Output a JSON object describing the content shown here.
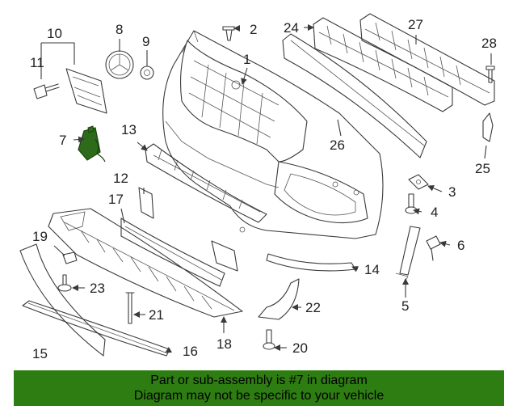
{
  "callouts": [
    {
      "id": "1",
      "label": "1"
    },
    {
      "id": "2",
      "label": "2"
    },
    {
      "id": "3",
      "label": "3"
    },
    {
      "id": "4",
      "label": "4"
    },
    {
      "id": "5",
      "label": "5"
    },
    {
      "id": "6",
      "label": "6"
    },
    {
      "id": "7",
      "label": "7"
    },
    {
      "id": "8",
      "label": "8"
    },
    {
      "id": "9",
      "label": "9"
    },
    {
      "id": "10",
      "label": "10"
    },
    {
      "id": "11",
      "label": "11"
    },
    {
      "id": "12",
      "label": "12"
    },
    {
      "id": "13",
      "label": "13"
    },
    {
      "id": "14",
      "label": "14"
    },
    {
      "id": "15",
      "label": "15"
    },
    {
      "id": "16",
      "label": "16"
    },
    {
      "id": "17",
      "label": "17"
    },
    {
      "id": "18",
      "label": "18"
    },
    {
      "id": "19",
      "label": "19"
    },
    {
      "id": "20",
      "label": "20"
    },
    {
      "id": "21",
      "label": "21"
    },
    {
      "id": "22",
      "label": "22"
    },
    {
      "id": "23",
      "label": "23"
    },
    {
      "id": "24",
      "label": "24"
    },
    {
      "id": "25",
      "label": "25"
    },
    {
      "id": "26",
      "label": "26"
    },
    {
      "id": "27",
      "label": "27"
    },
    {
      "id": "28",
      "label": "28"
    }
  ],
  "highlight_part": "7",
  "highlight_color": "#2d6b1a",
  "banner": {
    "line1": "Part or sub-assembly is #7 in diagram",
    "line2": "Diagram may not be specific to your vehicle",
    "background": "#2e7d12"
  }
}
